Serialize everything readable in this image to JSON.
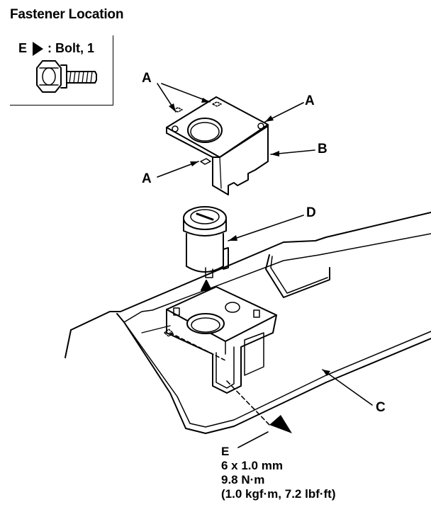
{
  "title": "Fastener Location",
  "legend": {
    "code": "E",
    "text": ": Bolt, 1"
  },
  "callouts": {
    "a1": "A",
    "a2": "A",
    "a3": "A",
    "b": "B",
    "c": "C",
    "d": "D",
    "e": "E"
  },
  "spec": {
    "size": "6 x 1.0 mm",
    "torque_nm": "9.8 N·m",
    "torque_alt": "(1.0 kgf·m, 7.2 lbf·ft)"
  }
}
